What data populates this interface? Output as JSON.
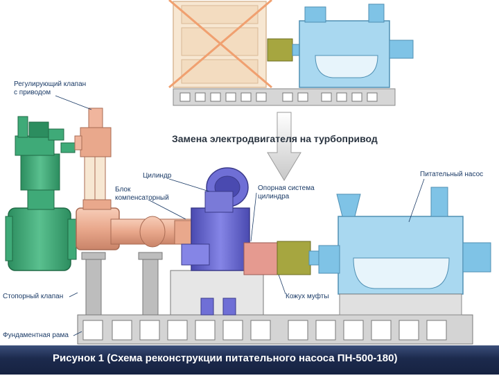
{
  "labels": {
    "regulating_valve": [
      "Регулирующий клапан",
      "с приводом"
    ],
    "replacement": "Замена электродвигателя на турбопривод",
    "cylinder": "Цилиндр",
    "compensator": [
      "Блок",
      "компенсаторный"
    ],
    "support_system": [
      "Опорная система",
      "цилиндра"
    ],
    "feed_pump": "Питательный насос",
    "stop_valve": "Стопорный клапан",
    "coupling_cover": "Кожух муфты",
    "foundation_frame": "Фундаментная рама"
  },
  "caption": "Рисунок 1 (Схема реконструкции питательного насоса ПН-500-180)",
  "colors": {
    "pump_blue": "#7fc3e6",
    "pump_shadow": "#4f9fcf",
    "turbine_purple": "#6f6fd6",
    "pipe_salmon": "#f0b59d",
    "valve_green": "#3faa78",
    "frame_gray": "#c9c9c9",
    "coupling_olive": "#a6a640",
    "motor_beige": "#f7e7d2",
    "cross_orange": "#f0a070",
    "caption_bg": "#1c2a4d"
  }
}
